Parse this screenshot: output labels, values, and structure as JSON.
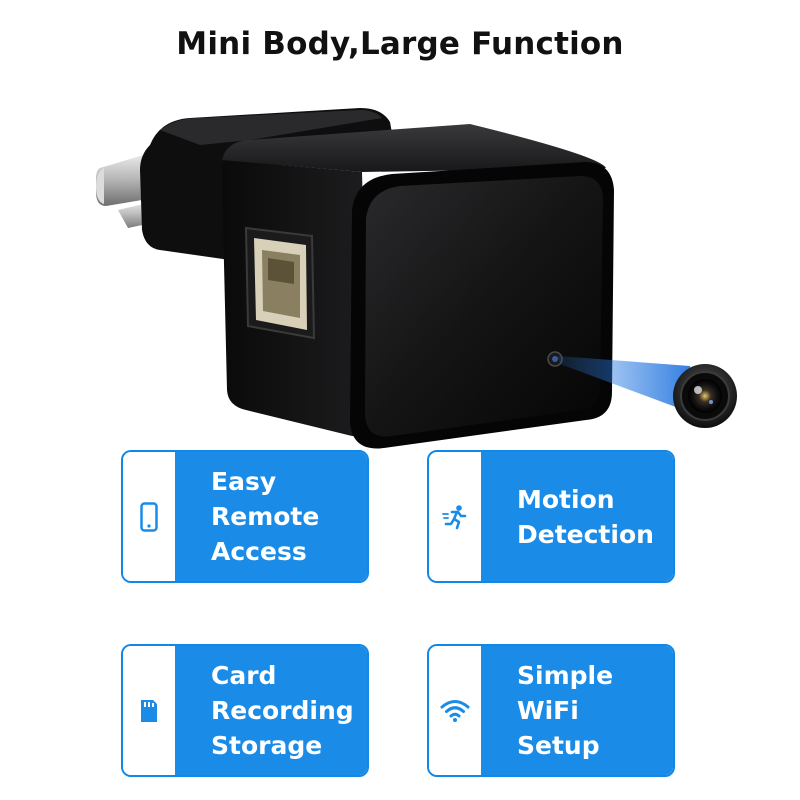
{
  "header": {
    "title": "Mini Body,Large Function"
  },
  "colors": {
    "accent_blue": "#1a8ce8",
    "card_border": "#1187e8",
    "device_body": "#0f0f10",
    "lens_beam": "#2f7fe0"
  },
  "features": [
    {
      "icon": "smartphone-icon",
      "lines": [
        "Easy",
        "Remote",
        "Access"
      ]
    },
    {
      "icon": "running-person-icon",
      "lines": [
        "Motion",
        "Detection"
      ]
    },
    {
      "icon": "sd-card-icon",
      "lines": [
        "Card",
        "Recording",
        "Storage"
      ]
    },
    {
      "icon": "wifi-icon",
      "lines": [
        "Simple",
        "WiFi",
        "Setup"
      ]
    }
  ]
}
